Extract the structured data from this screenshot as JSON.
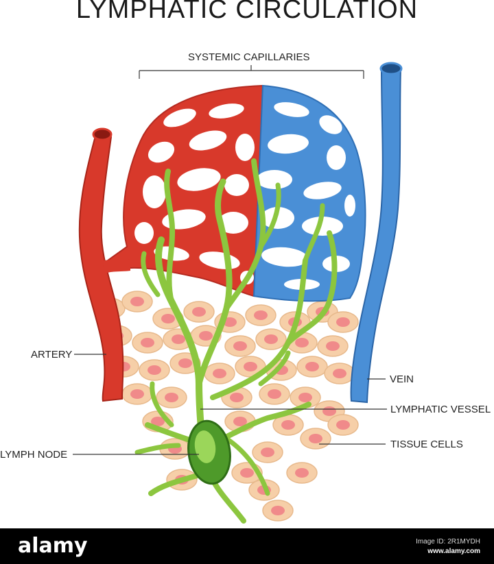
{
  "title": "LYMPHATIC CIRCULATION",
  "labels": {
    "systemic_capillaries": "SYSTEMIC CAPILLARIES",
    "artery": "ARTERY",
    "vein": "VEIN",
    "lymphatic_vessel": "LYMPHATIC VESSEL",
    "tissue_cells": "TISSUE CELLS",
    "lymph_node": "LYMPH NODE"
  },
  "footer": {
    "brand": "alamy",
    "image_id": "Image ID: 2R1MYDH",
    "url": "www.alamy.com"
  },
  "colors": {
    "artery": "#d8392b",
    "vein": "#4a8fd6",
    "lymph": "#8cc63f",
    "node": "#4e9a2a",
    "cell": "#f6cfa8",
    "nucleus": "#f08a8a"
  }
}
